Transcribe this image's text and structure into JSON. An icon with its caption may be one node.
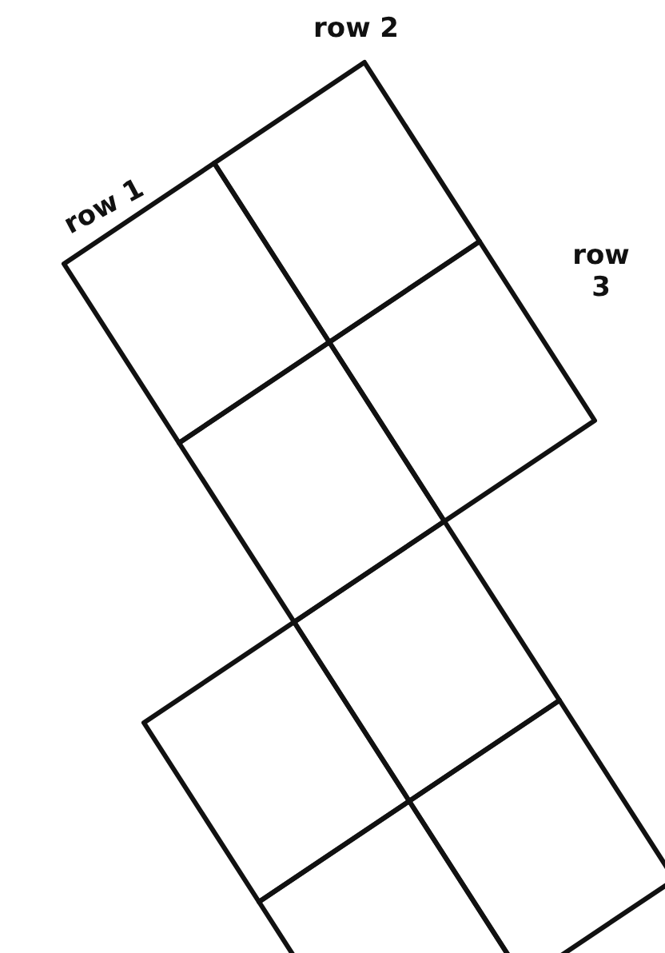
{
  "diagram": {
    "labels": [
      "row 1",
      "row 2",
      "row 3"
    ]
  }
}
